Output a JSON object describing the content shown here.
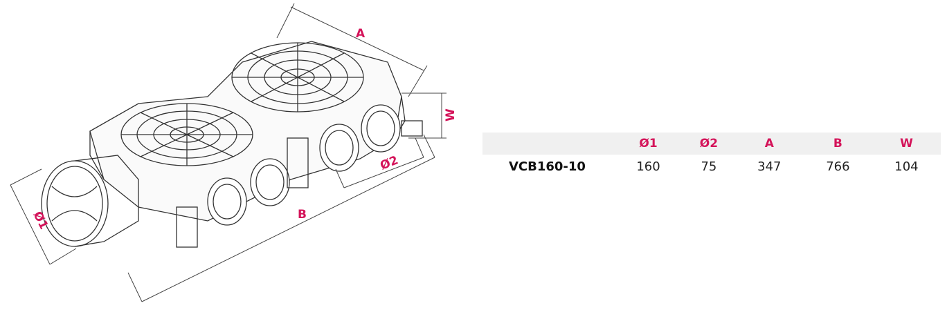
{
  "drawing": {
    "labels": {
      "A": "A",
      "B": "B",
      "W": "W",
      "d1": "Ø1",
      "d2": "Ø2"
    }
  },
  "table": {
    "headers": [
      "",
      "Ø1",
      "Ø2",
      "A",
      "B",
      "W"
    ],
    "rows": [
      {
        "model": "VCB160-10",
        "values": [
          "160",
          "75",
          "347",
          "766",
          "104"
        ]
      }
    ]
  },
  "colors": {
    "accent": "#d4145a",
    "header_bg": "#f0f0f0"
  }
}
